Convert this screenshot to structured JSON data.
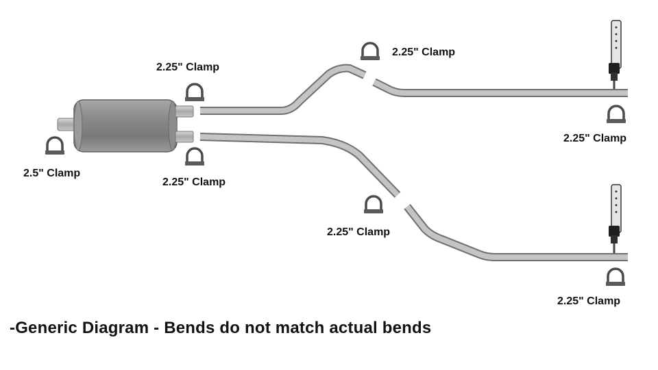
{
  "labels": {
    "clamp_muffler_inlet": "2.5\" Clamp",
    "clamp_outlet_top": "2.25\" Clamp",
    "clamp_outlet_bottom": "2.25\" Clamp",
    "clamp_top_joint": "2.25\" Clamp",
    "clamp_bottom_joint": "2.25\" Clamp",
    "clamp_top_tip": "2.25\" Clamp",
    "clamp_bottom_tip": "2.25\" Clamp"
  },
  "caption": "-Generic Diagram - Bends do not match actual bends",
  "colors": {
    "pipe": "#b9b9b9",
    "pipe_edge": "#6e6e6e",
    "clamp": "#4a4a4a",
    "text": "#111111"
  }
}
